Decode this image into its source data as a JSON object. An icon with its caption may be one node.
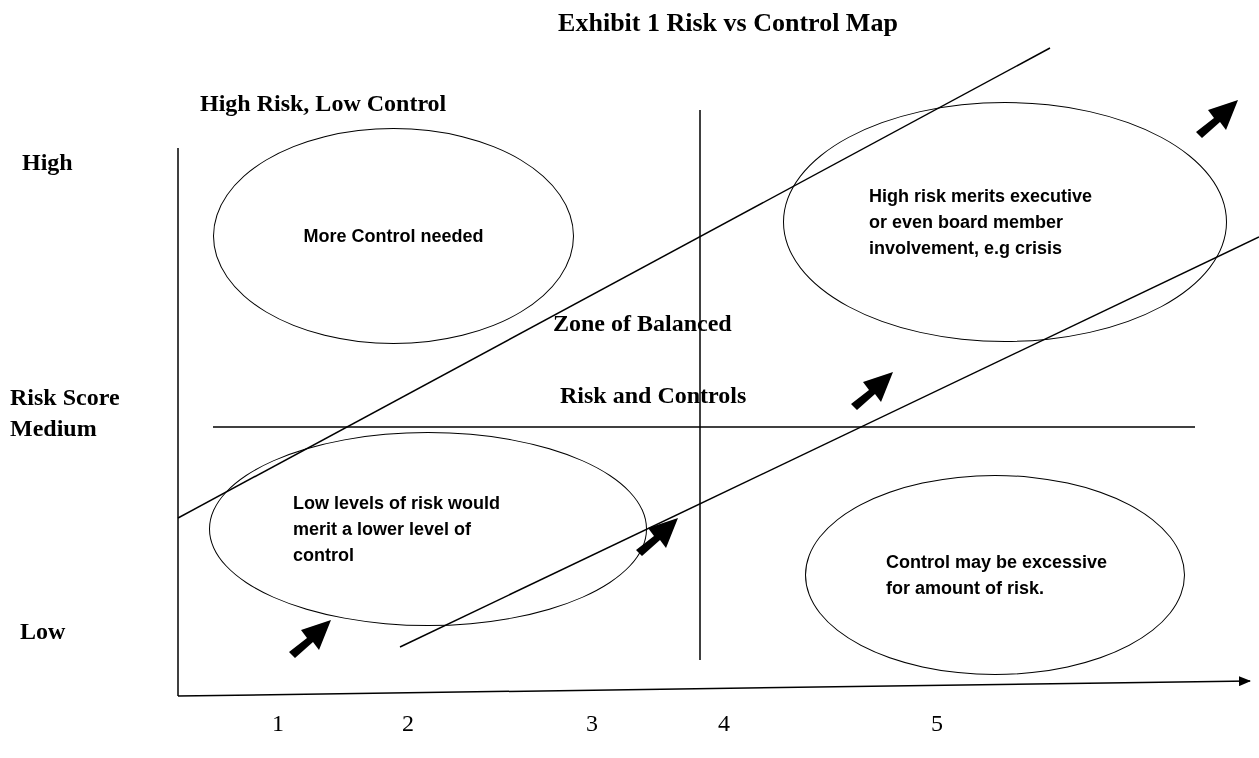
{
  "diagram": {
    "title": "Exhibit 1 Risk vs Control Map",
    "nodes": [
      {
        "text": [
          "More Control needed"
        ]
      },
      {
        "text": [
          "High risk merits executive or even board member involvement, e.g crisis"
        ]
      },
      {
        "text": [
          "Low levels of risk would merit a lower level of control"
        ]
      },
      {
        "text": [
          "Control may be excessive for amount of risk."
        ]
      }
    ],
    "labels": [
      "High Risk, Low Control",
      "High",
      "Zone of Balanced",
      "Risk Score",
      "Risk and Controls",
      "Medium",
      "Low",
      "1",
      "2",
      "3",
      "4",
      "5"
    ]
  }
}
